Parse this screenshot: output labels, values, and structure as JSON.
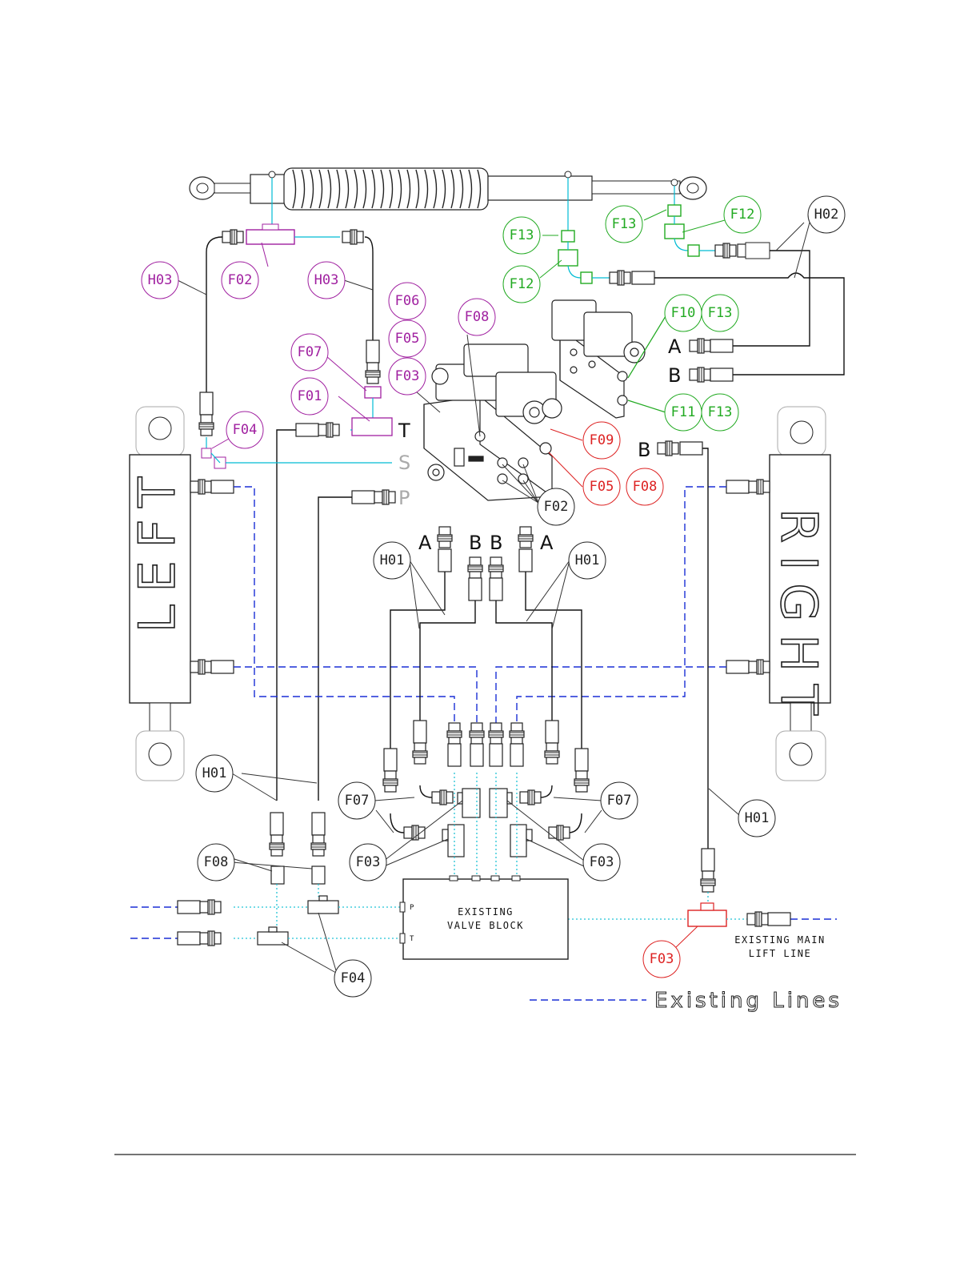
{
  "cylinder_labels": {
    "left": "LEFT",
    "right": "RIGHT"
  },
  "valve_ports": {
    "t": "T",
    "s": "S",
    "p": "P",
    "a": "A",
    "b": "B",
    "b_right": "B"
  },
  "stack_ports": {
    "a_left": "A",
    "b_left": "B",
    "b_right": "B",
    "a_right": "A"
  },
  "valve_block": {
    "line1": "EXISTING",
    "line2": "VALVE BLOCK",
    "port_p": "P",
    "port_t": "T"
  },
  "main_lift_line": {
    "line1": "EXISTING MAIN",
    "line2": "LIFT LINE"
  },
  "legend": {
    "text": "Existing Lines"
  },
  "colors": {
    "black": "#222222",
    "magenta": "#a020a0",
    "green": "#22aa22",
    "red": "#dd2222",
    "blue": "#1a2fd6",
    "cyan": "#00bcd4"
  },
  "callouts": [
    {
      "id": "c01",
      "label": "H03",
      "color": "magenta"
    },
    {
      "id": "c02",
      "label": "F02",
      "color": "magenta"
    },
    {
      "id": "c03",
      "label": "H03",
      "color": "magenta"
    },
    {
      "id": "c04",
      "label": "F06",
      "color": "magenta"
    },
    {
      "id": "c05",
      "label": "F05",
      "color": "magenta"
    },
    {
      "id": "c06",
      "label": "F03",
      "color": "magenta"
    },
    {
      "id": "c07",
      "label": "F07",
      "color": "magenta"
    },
    {
      "id": "c08",
      "label": "F01",
      "color": "magenta"
    },
    {
      "id": "c09",
      "label": "F04",
      "color": "magenta"
    },
    {
      "id": "c10",
      "label": "F08",
      "color": "magenta"
    },
    {
      "id": "c11",
      "label": "F13",
      "color": "green"
    },
    {
      "id": "c12",
      "label": "F12",
      "color": "green"
    },
    {
      "id": "c13",
      "label": "F13",
      "color": "green"
    },
    {
      "id": "c14",
      "label": "F12",
      "color": "green"
    },
    {
      "id": "c15",
      "label": "F10",
      "color": "green"
    },
    {
      "id": "c16",
      "label": "F13",
      "color": "green"
    },
    {
      "id": "c17",
      "label": "F11",
      "color": "green"
    },
    {
      "id": "c18",
      "label": "F13",
      "color": "green"
    },
    {
      "id": "c19",
      "label": "H02",
      "color": "black"
    },
    {
      "id": "c20",
      "label": "F09",
      "color": "red"
    },
    {
      "id": "c21",
      "label": "F05",
      "color": "red"
    },
    {
      "id": "c22",
      "label": "F08",
      "color": "red"
    },
    {
      "id": "c23",
      "label": "F02",
      "color": "black"
    },
    {
      "id": "c24",
      "label": "H01",
      "color": "black"
    },
    {
      "id": "c25",
      "label": "H01",
      "color": "black"
    },
    {
      "id": "c26",
      "label": "H01",
      "color": "black"
    },
    {
      "id": "c27",
      "label": "F07",
      "color": "black"
    },
    {
      "id": "c28",
      "label": "F07",
      "color": "black"
    },
    {
      "id": "c29",
      "label": "H01",
      "color": "black"
    },
    {
      "id": "c30",
      "label": "F08",
      "color": "black"
    },
    {
      "id": "c31",
      "label": "F03",
      "color": "black"
    },
    {
      "id": "c32",
      "label": "F03",
      "color": "black"
    },
    {
      "id": "c33",
      "label": "F04",
      "color": "black"
    },
    {
      "id": "c34",
      "label": "F03",
      "color": "red"
    }
  ]
}
